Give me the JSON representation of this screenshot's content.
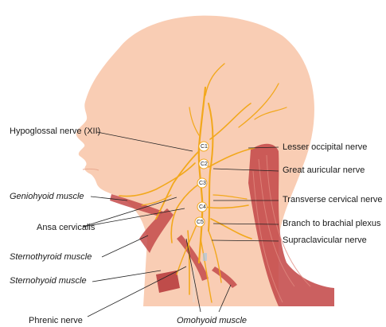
{
  "labels": {
    "hypoglossal": "Hypoglossal nerve (XII)",
    "geniohyoid": "Geniohyoid muscle",
    "ansa": "Ansa cervicalis",
    "sternothyroid": "Sternothyroid muscle",
    "sternohyoid": "Sternohyoid muscle",
    "phrenic": "Phrenic nerve",
    "omohyoid": "Omohyoid muscle",
    "lesser_occipital": "Lesser occipital nerve",
    "great_auricular": "Great auricular nerve",
    "transverse_cervical": "Transverse cervical nerve",
    "brachial_branch": "Branch to brachial plexus",
    "supraclavicular": "Supraclavicular nerve"
  },
  "vertebrae": [
    "C1",
    "C2",
    "C3",
    "C4",
    "C5"
  ],
  "colors": {
    "skin": "#f9cdb4",
    "muscle": "#c44a4a",
    "muscle_light": "#e08a80",
    "nerve": "#f2a81c",
    "leader": "#222222"
  }
}
